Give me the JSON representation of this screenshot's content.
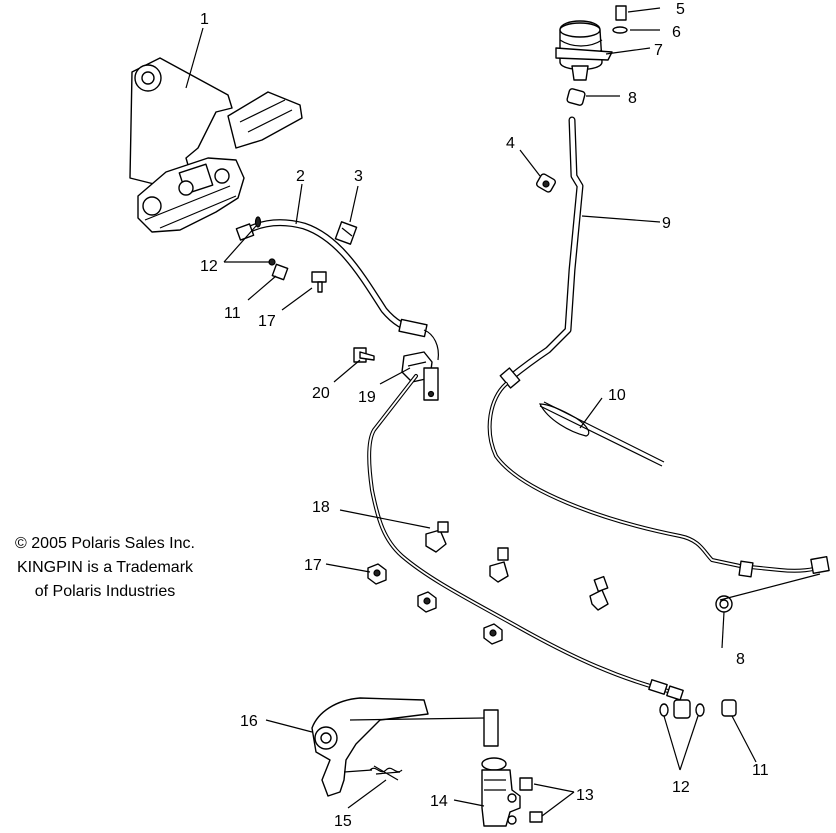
{
  "copyright": {
    "line1": "© 2005 Polaris Sales Inc.",
    "line2": "KINGPIN is a Trademark",
    "line3": "of Polaris Industries"
  },
  "callouts": {
    "c1": "1",
    "c2": "2",
    "c3": "3",
    "c4": "4",
    "c5": "5",
    "c6": "6",
    "c7": "7",
    "c8a": "8",
    "c8b": "8",
    "c9": "9",
    "c10": "10",
    "c11a": "11",
    "c11b": "11",
    "c12a": "12",
    "c12b": "12",
    "c13": "13",
    "c14": "14",
    "c15": "15",
    "c16": "16",
    "c17a": "17",
    "c17b": "17",
    "c18": "18",
    "c19": "19",
    "c20": "20"
  }
}
